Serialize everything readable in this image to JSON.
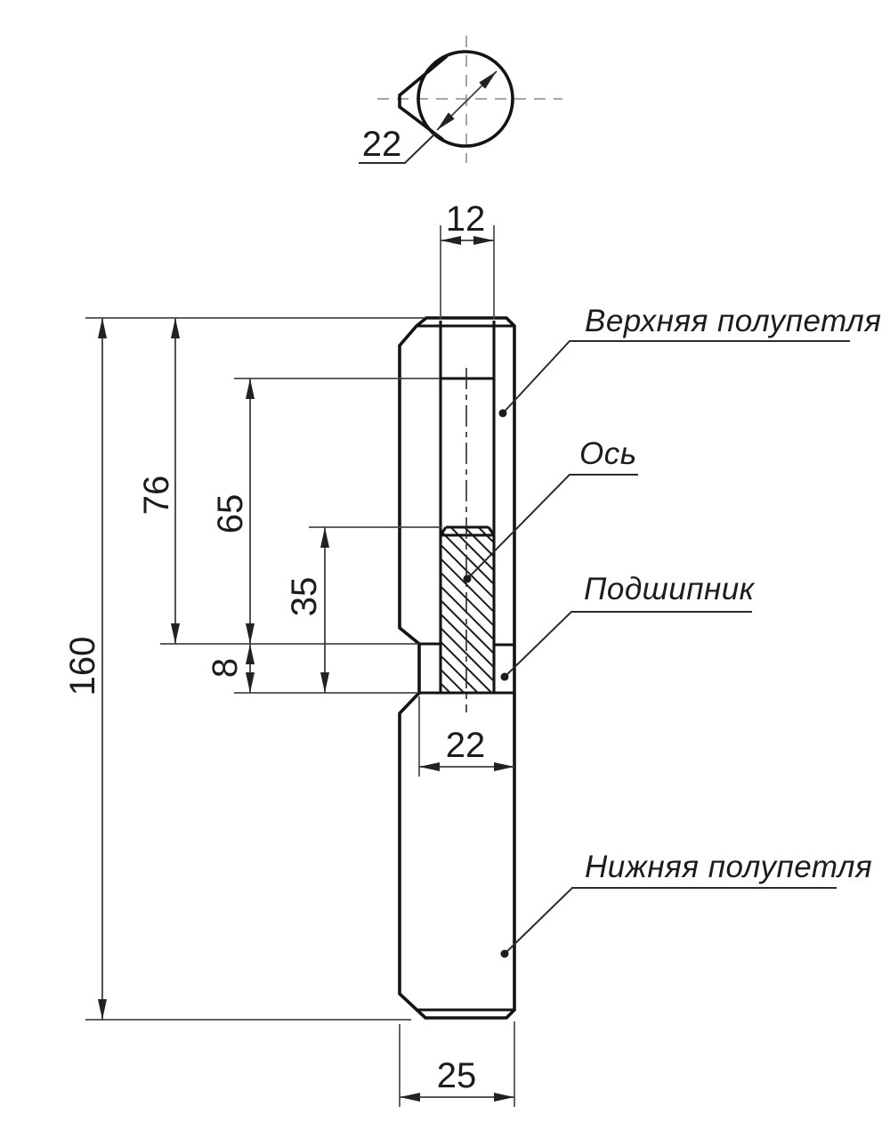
{
  "colors": {
    "background": "#ffffff",
    "body_line": "#131313",
    "dimension_line": "#3f3f3f",
    "text": "#1c1c1c"
  },
  "top_view": {
    "diameter": "22"
  },
  "dimensions": {
    "slot_width": "12",
    "total_height": "160",
    "upper_leaf_height": "76",
    "bore_depth": "65",
    "pin_length": "35",
    "bearing_height": "8",
    "neck_width": "22",
    "body_width": "25"
  },
  "callouts": {
    "upper_leaf": "Верхняя полупетля",
    "pin": "Ось",
    "bearing": "Подшипник",
    "lower_leaf": "Нижняя полупетля"
  }
}
